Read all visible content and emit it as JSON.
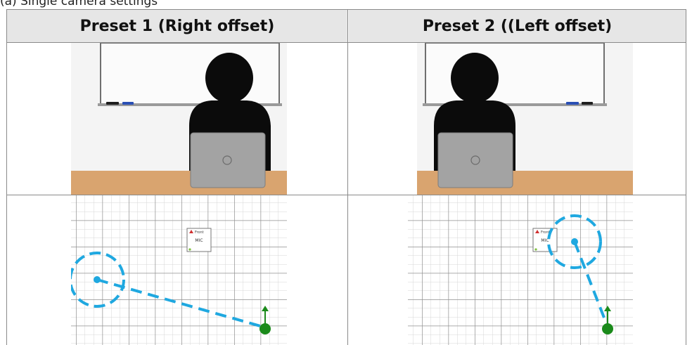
{
  "caption": "(a) Single camera settings",
  "header": {
    "col1": "Preset 1 (Right offset)",
    "col2": "Preset 2 ((Left offset)"
  },
  "plan": {
    "box_title": "Front",
    "box_label": "MIC"
  },
  "colors": {
    "header_bg": "#e6e6e6",
    "grid": "#8f8f8f",
    "dash_blue": "#1fa8e0",
    "camera_green": "#1a8a1a",
    "wall": "#f4f4f4",
    "desk": "#d9a46f",
    "laptop": "#9b9b9b"
  }
}
